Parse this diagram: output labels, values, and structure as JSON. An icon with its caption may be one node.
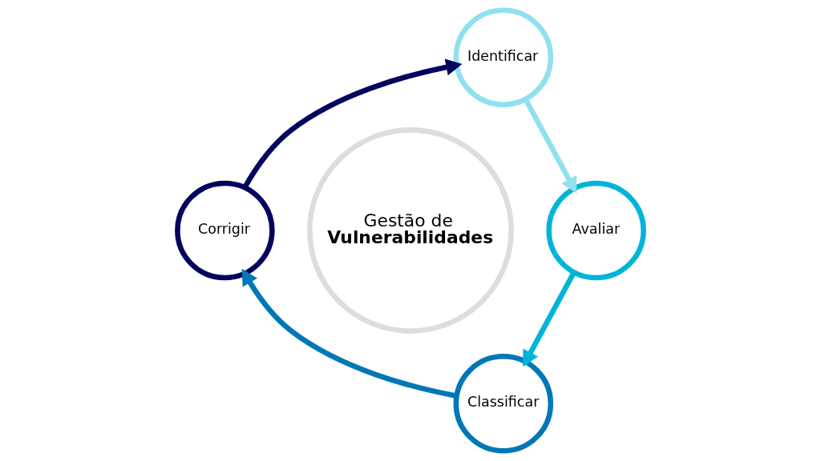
{
  "diagram": {
    "nodes": [
      {
        "text": [
          "Gestão de **Vulnerabilidades**"
        ]
      },
      {
        "text": [
          "Identificar"
        ]
      },
      {
        "text": [
          "Avaliar"
        ]
      },
      {
        "text": [
          "Classificar"
        ]
      },
      {
        "text": [
          "Corrigir"
        ]
      }
    ],
    "edges": [
      {
        "from": 1,
        "to": 2,
        "arrow": "to",
        "color": "#90e0ef"
      },
      {
        "from": 2,
        "to": 3,
        "arrow": "to",
        "color": "#00b4d8"
      },
      {
        "from": 3,
        "to": 4,
        "arrow": "to",
        "color": "#0077b6"
      },
      {
        "from": 4,
        "to": 1,
        "arrow": "to",
        "color": "#03045e"
      }
    ]
  }
}
